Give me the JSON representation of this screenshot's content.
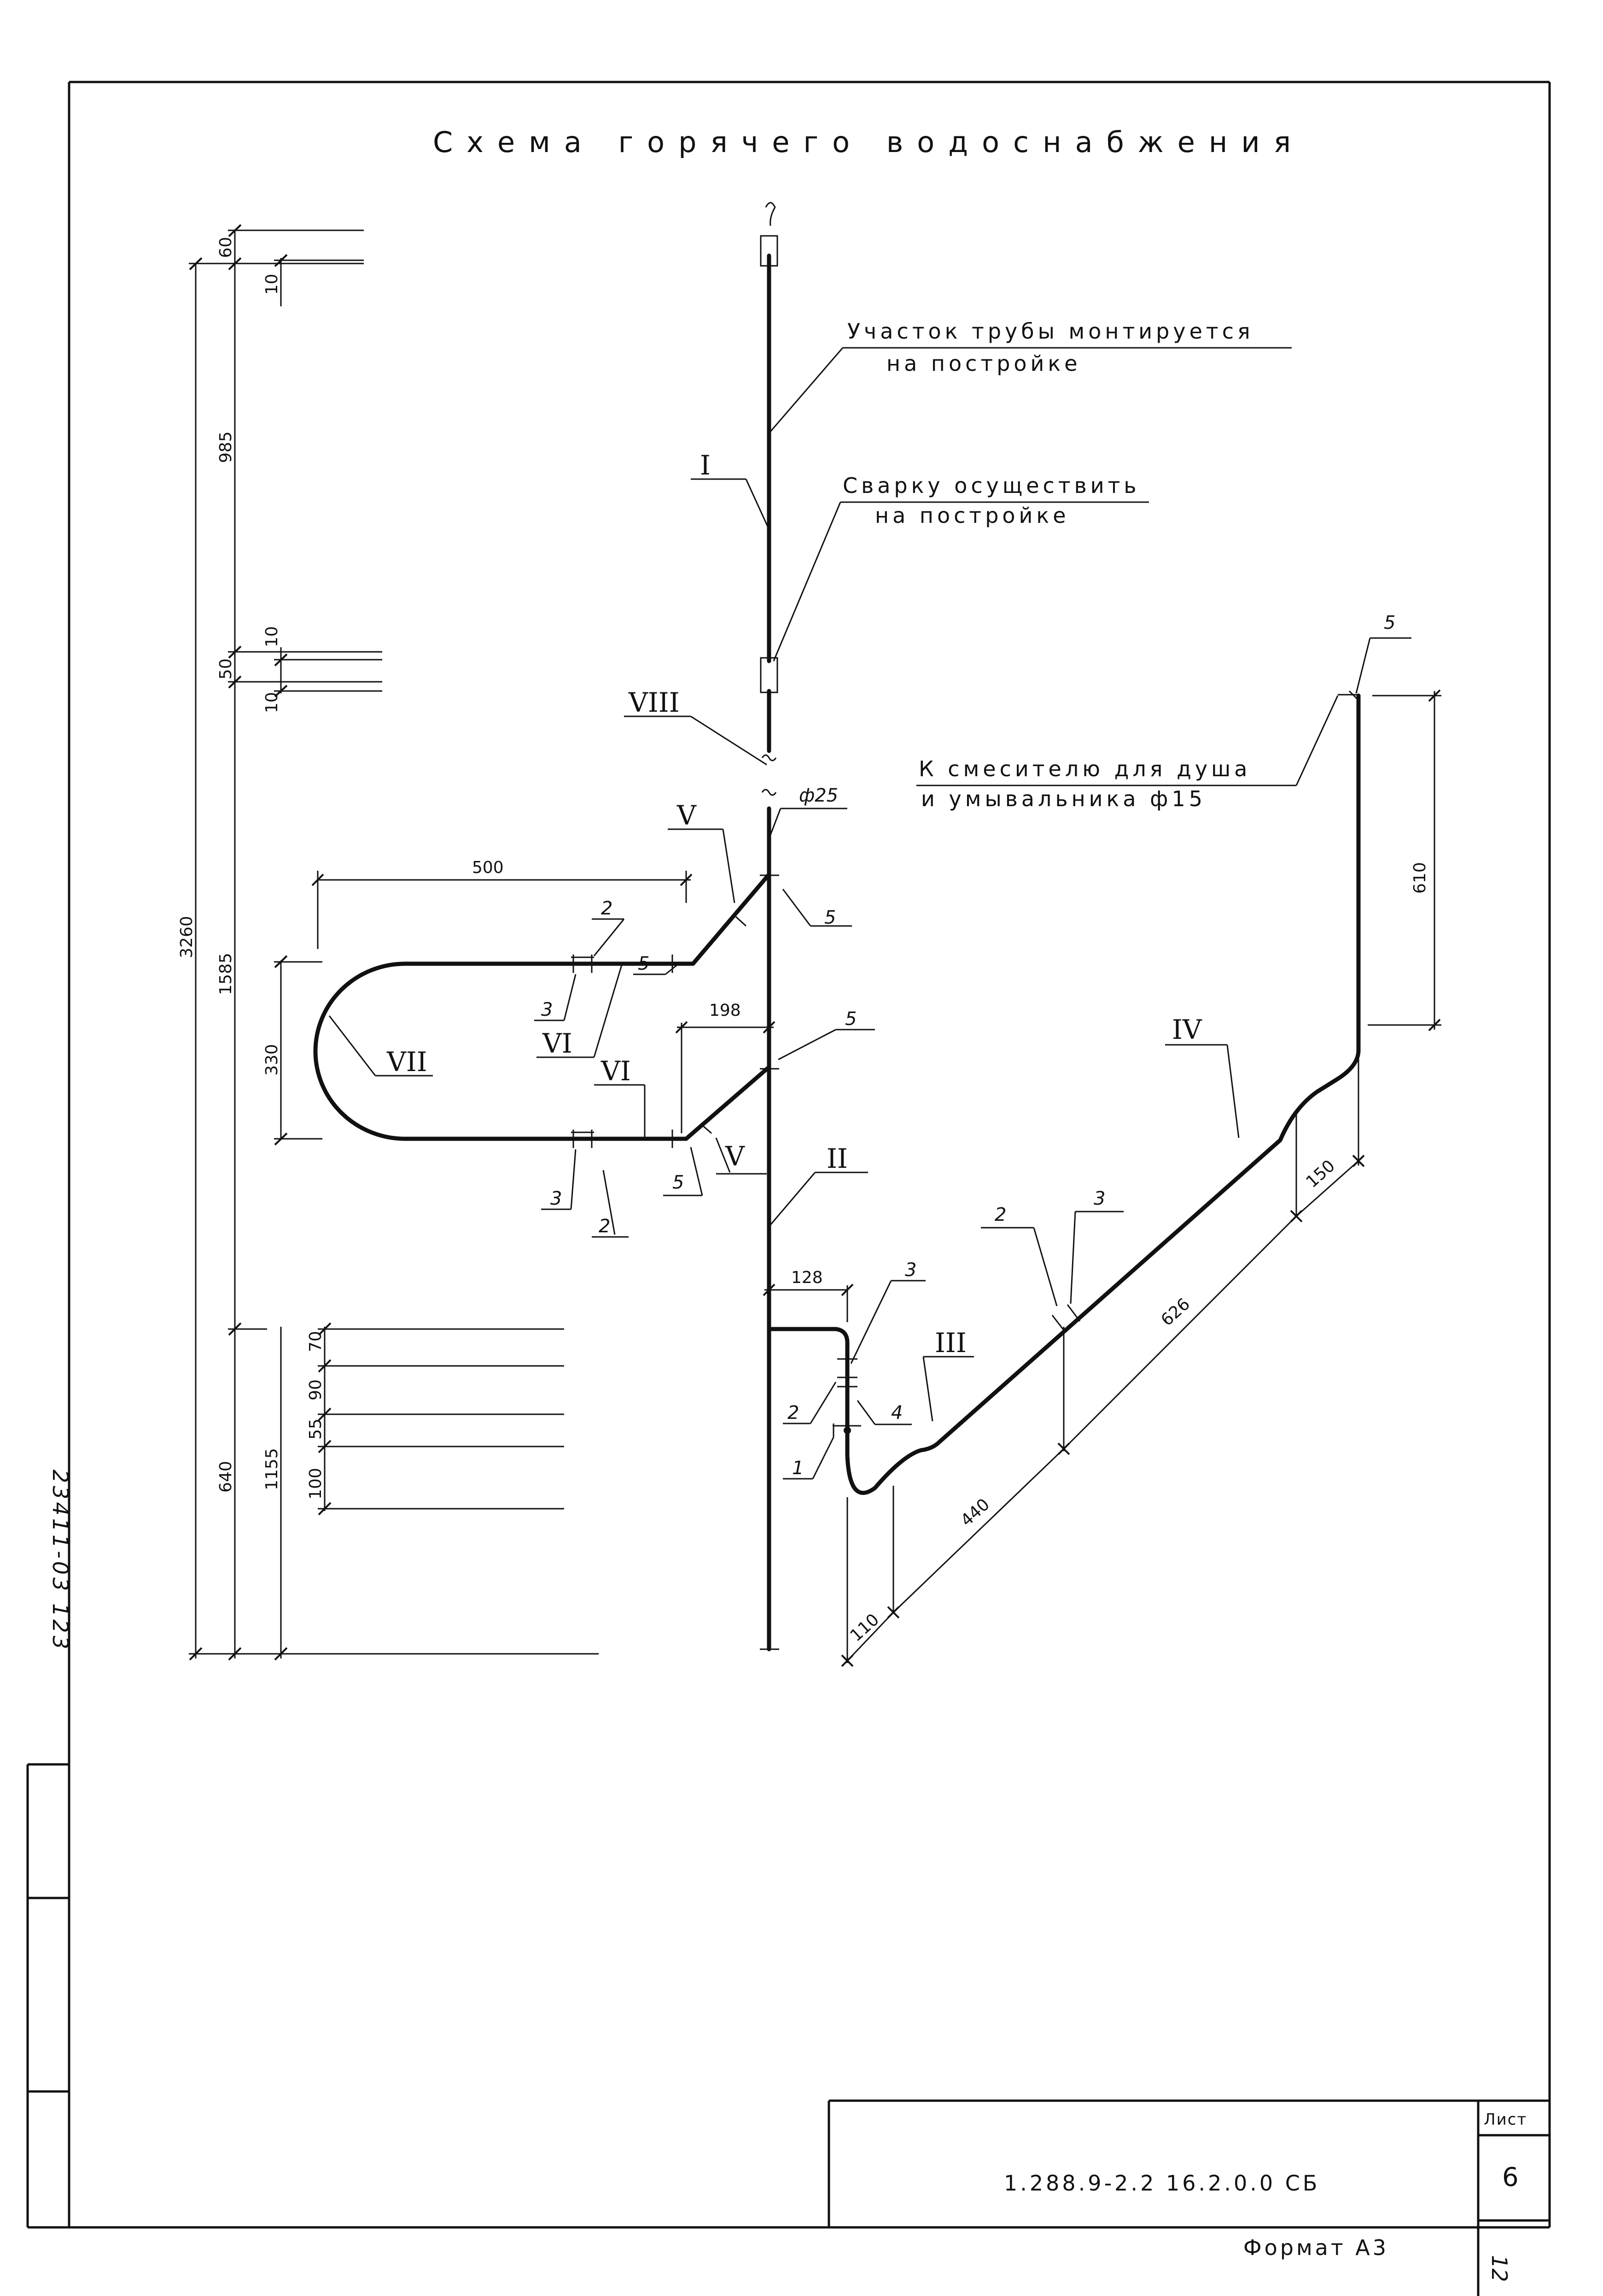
{
  "title": "Схема горячего водоснабжения",
  "notes": {
    "pipe_site": [
      "Участок трубы монтируется",
      "на постройке"
    ],
    "weld_site": [
      "Сварку осуществить",
      "на постройке"
    ],
    "mixer": [
      "К смесителю для душа",
      "и умывальника ф15"
    ]
  },
  "pipe_size_label": "ф25",
  "roman_labels": {
    "r1": "I",
    "r2": "II",
    "r3": "III",
    "r4": "IV",
    "r5a": "V",
    "r5b": "V",
    "r6a": "VI",
    "r6b": "VI",
    "r7": "VII",
    "r8": "VIII"
  },
  "position_labels": {
    "p5_top_right": "5",
    "p5_valve_upper": "5",
    "p5_upper_junction": "5",
    "p5_lower_junction": "5",
    "p5_lower_valve": "5",
    "p2_upper": "2",
    "p3_upper": "3",
    "p3_lower": "3",
    "p2_lower": "2",
    "p3_mid": "3",
    "p2_mid": "2",
    "p4_mid": "4",
    "p1_mid": "1",
    "p2_diag": "2",
    "p3_diag": "3"
  },
  "dimensions": {
    "d60": "60",
    "d10a": "10",
    "d985": "985",
    "d50": "50",
    "d10b": "10",
    "d10c": "10",
    "d3260": "3260",
    "d1585": "1585",
    "d330": "330",
    "d500": "500",
    "d198": "198",
    "d128": "128",
    "d640": "640",
    "d1155": "1155",
    "d70": "70",
    "d90": "90",
    "d55": "55",
    "d100": "100",
    "d610": "610",
    "d150": "150",
    "d626": "626",
    "d440": "440",
    "d110": "110"
  },
  "side_code": "23411-03 123",
  "stamp": {
    "doc_code": "1.288.9-2.2 16.2.0.0 СБ",
    "sheet_label": "Лист",
    "sheet_no": "6",
    "format": "Формат А3",
    "handwritten": "12"
  }
}
